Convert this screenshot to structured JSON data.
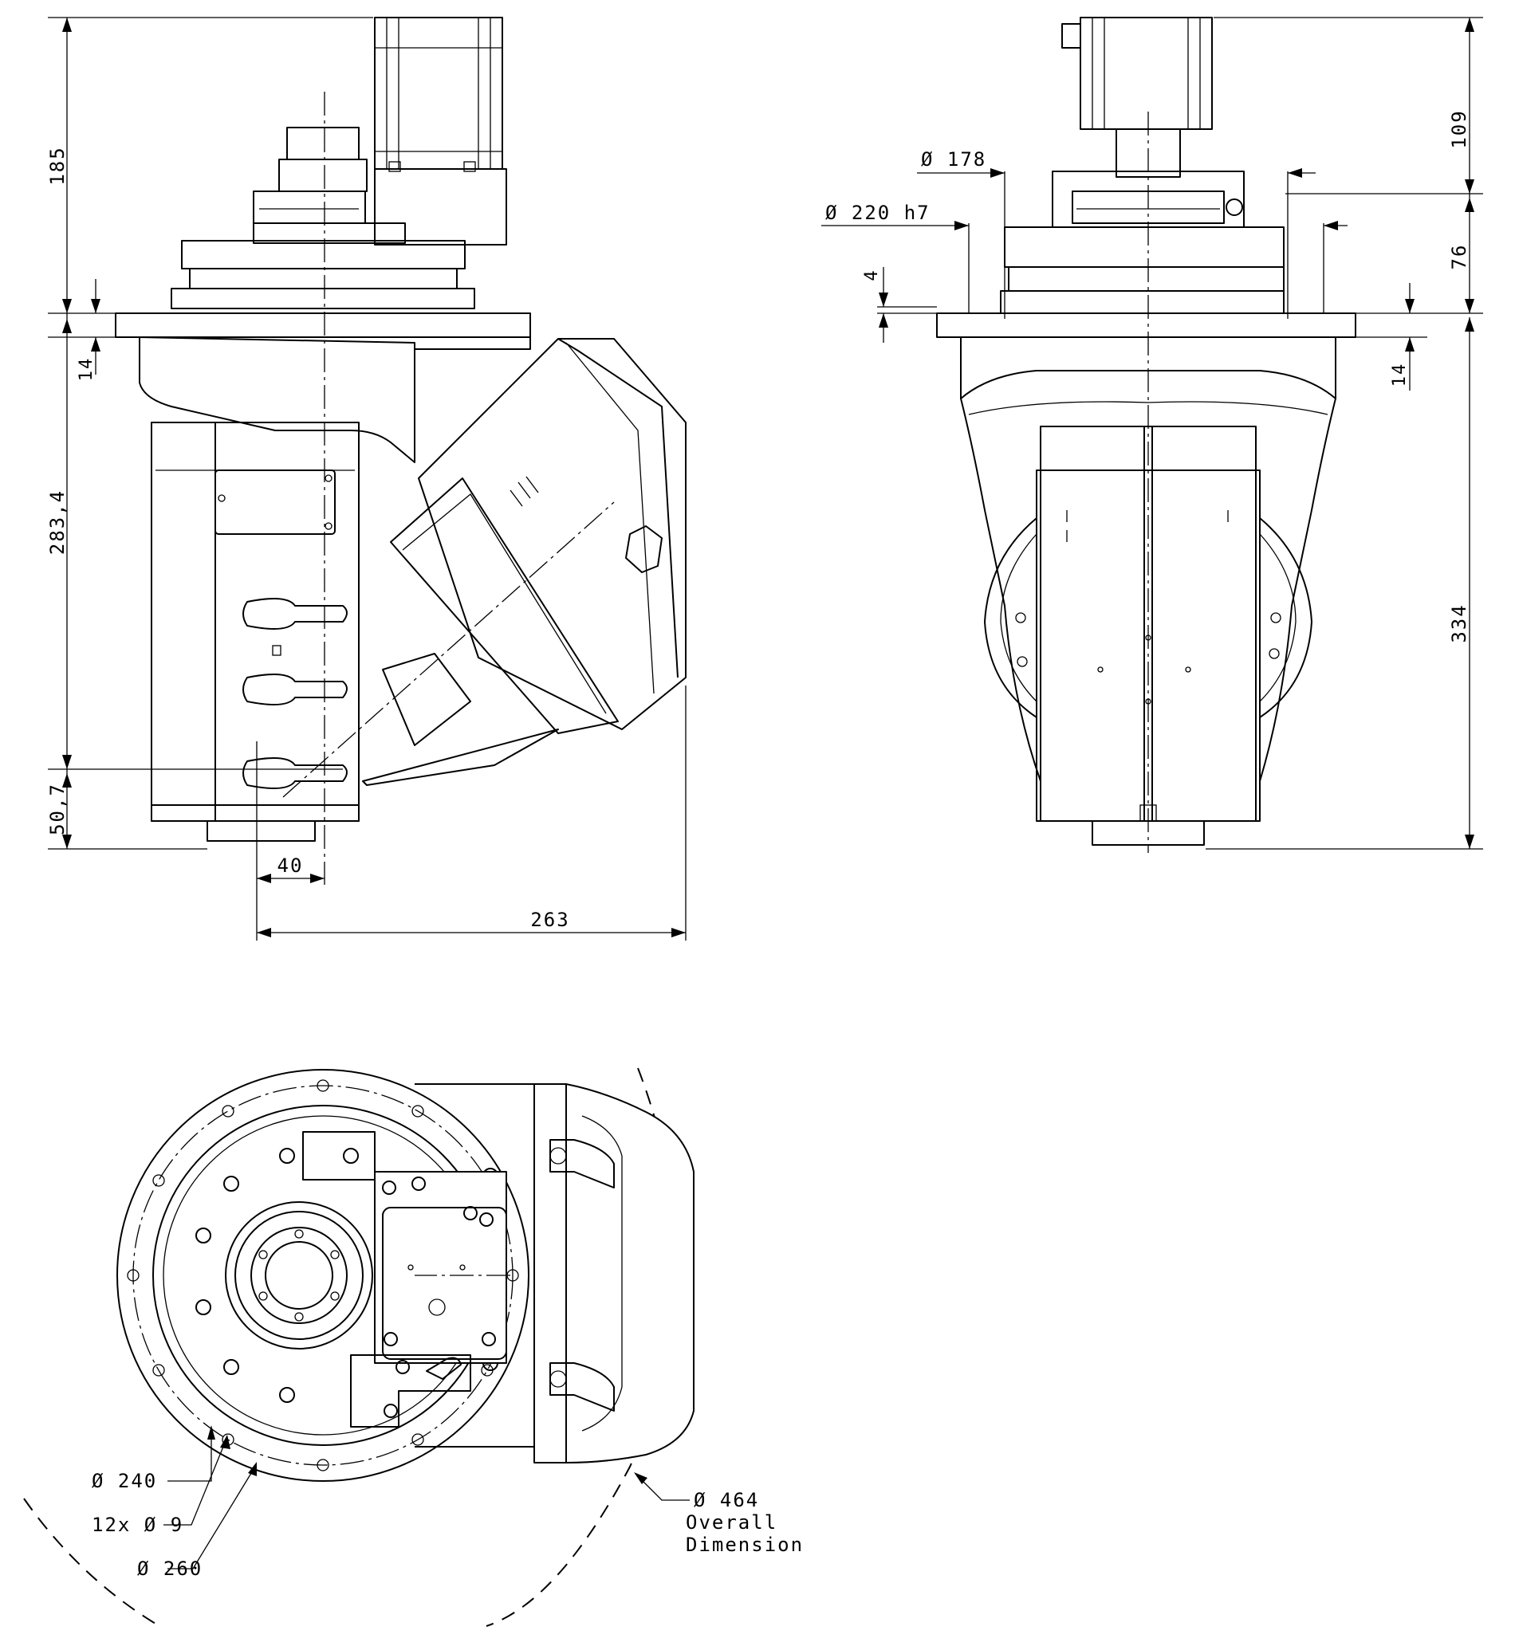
{
  "dimensions": {
    "height_185": "185",
    "height_283_4": "283,4",
    "height_50_7": "50,7",
    "offset_14_left": "14",
    "offset_40": "40",
    "width_263": "263",
    "diameter_178": "Ø 178",
    "diameter_220": "Ø 220 h7",
    "offset_4": "4",
    "height_109": "109",
    "height_76": "76",
    "height_334": "334",
    "offset_14_right": "14",
    "diameter_240": "Ø 240",
    "holes_12x9": "12x Ø 9",
    "diameter_260": "Ø 260",
    "diameter_464": "Ø 464",
    "overall_line1": "Overall",
    "overall_line2": "Dimension"
  }
}
